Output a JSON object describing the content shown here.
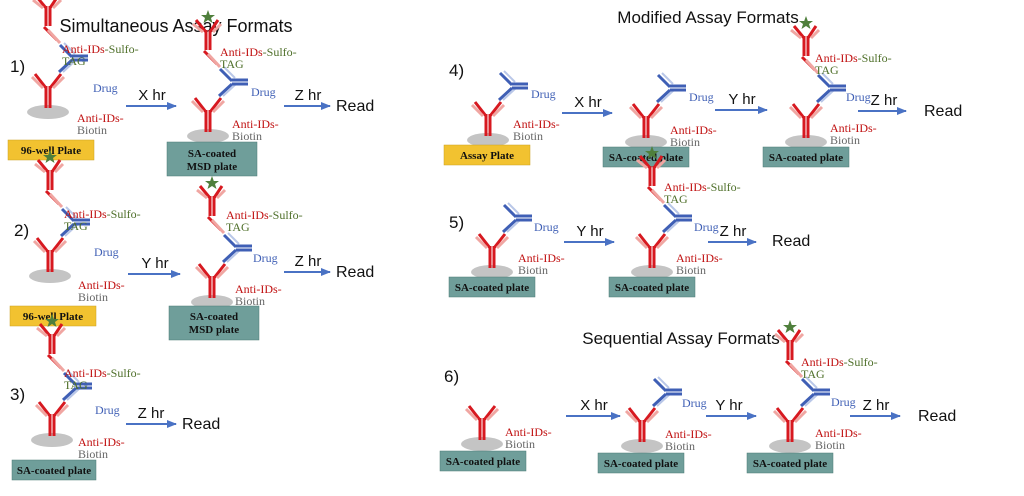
{
  "section_titles": {
    "simultaneous": "Simultaneous Assay Formats",
    "modified": "Modified Assay Formats",
    "sequential": "Sequential Assay Formats"
  },
  "step_numbers": [
    "1)",
    "2)",
    "3)",
    "4)",
    "5)",
    "6)"
  ],
  "labels": {
    "anti_ids": "Anti-IDs",
    "sulfo_dash": "-Sulfo-",
    "tag": "TAG",
    "dash": "-",
    "biotin": "Biotin",
    "drug": "Drug",
    "read": "Read",
    "x_hr": "X hr",
    "y_hr": "Y hr",
    "z_hr": "Z hr"
  },
  "plates": {
    "well96": "96-well Plate",
    "assay": "Assay Plate",
    "sa_coated": "SA-coated plate",
    "sa_msd_line1": "SA-coated",
    "sa_msd_line2": "MSD plate"
  },
  "colors": {
    "antibody_red": "#d71920",
    "antibody_light": "#f0a6a2",
    "drug_blue": "#3f5fb5",
    "drug_light": "#b9c7e8",
    "arrow_blue": "#4a72c4",
    "star_green": "#4f7f3c",
    "plate_gold": "#f2c230",
    "plate_teal": "#6f9e9a",
    "sa_gray": "#c4c4c4",
    "label_red": "#c01010",
    "label_green": "#4d6e28",
    "label_gray": "#666666",
    "label_blue": "#3f5fb5"
  }
}
